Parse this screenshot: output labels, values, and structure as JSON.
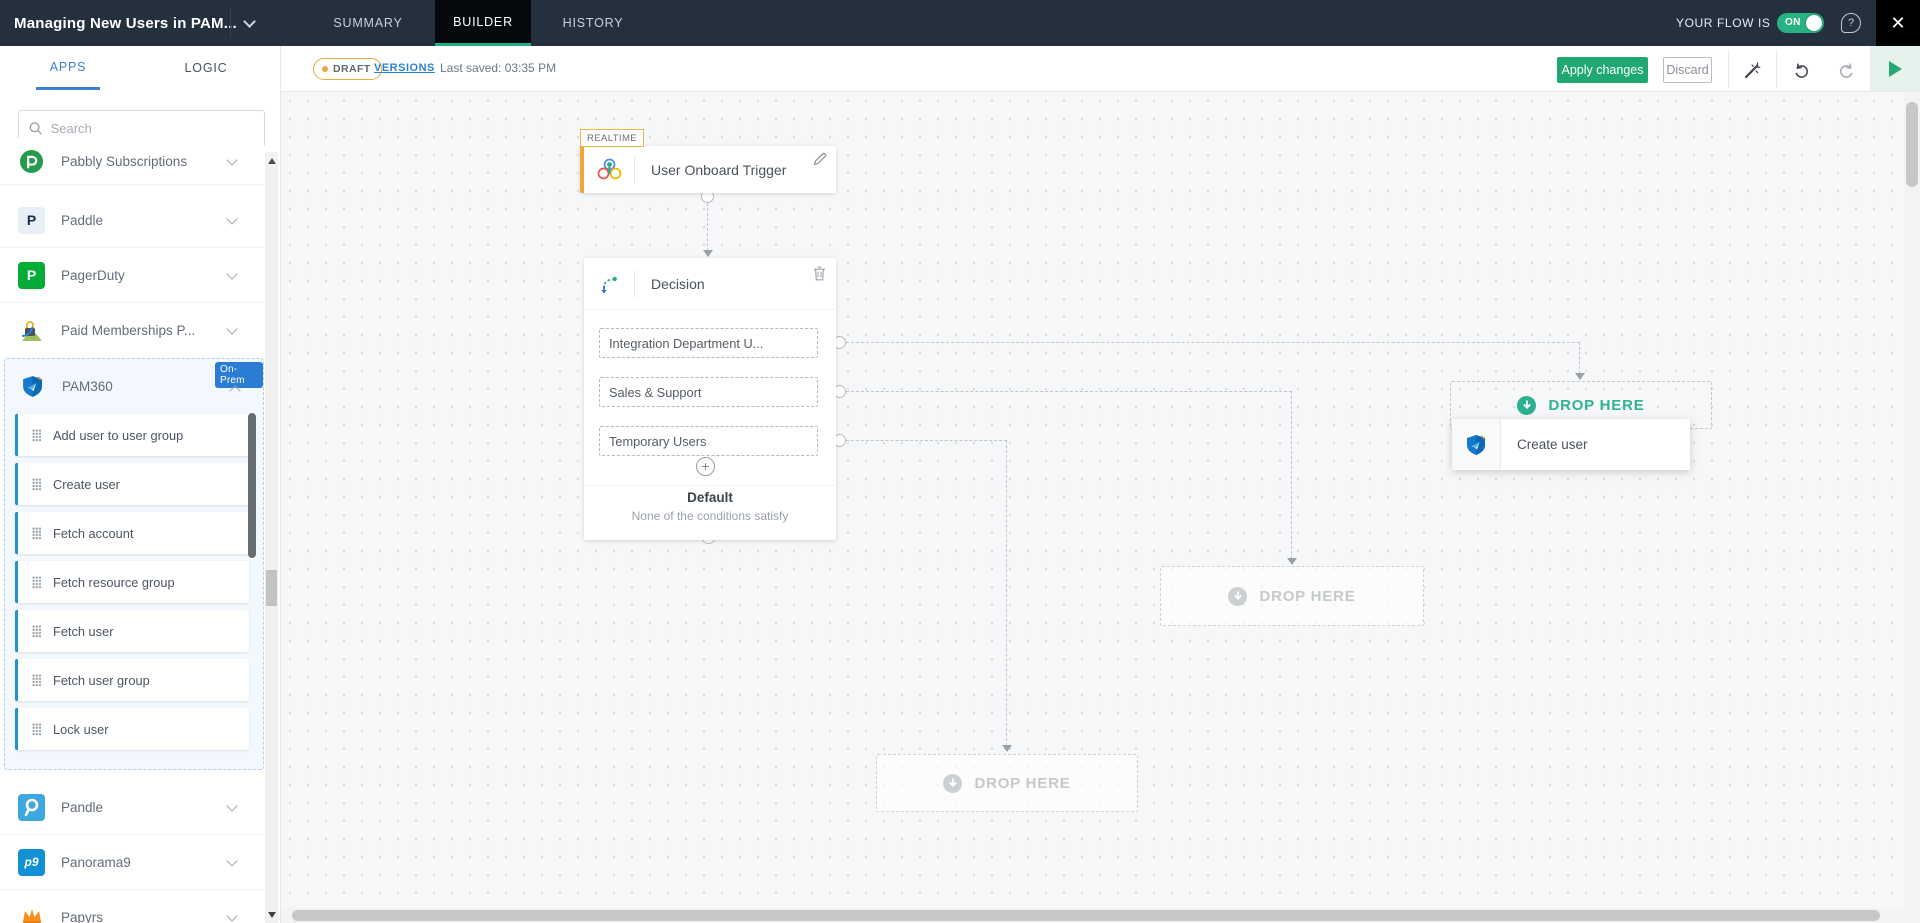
{
  "header": {
    "title": "Managing New Users in PAM...",
    "tabs": [
      {
        "label": "SUMMARY"
      },
      {
        "label": "BUILDER"
      },
      {
        "label": "HISTORY"
      }
    ],
    "active_tab": "BUILDER",
    "flow_status_label": "YOUR FLOW IS",
    "flow_toggle": "ON"
  },
  "toolbar": {
    "draft_badge": "DRAFT",
    "versions_link": "VERSIONS",
    "last_saved": "Last saved: 03:35 PM",
    "apply_button": "Apply changes",
    "discard_button": "Discard"
  },
  "sidebar": {
    "tabs": [
      {
        "label": "APPS"
      },
      {
        "label": "LOGIC"
      }
    ],
    "active_tab": "APPS",
    "search_placeholder": "Search",
    "apps": [
      {
        "name": "Pabbly Subscriptions"
      },
      {
        "name": "Paddle",
        "icon_text": "P"
      },
      {
        "name": "PagerDuty",
        "icon_text": "P"
      },
      {
        "name": "Paid Memberships P..."
      }
    ],
    "pam360": {
      "name": "PAM360",
      "badge": "On-Prem",
      "actions": [
        {
          "label": "Add user to user group"
        },
        {
          "label": "Create user"
        },
        {
          "label": "Fetch account"
        },
        {
          "label": "Fetch resource group"
        },
        {
          "label": "Fetch user"
        },
        {
          "label": "Fetch user group"
        },
        {
          "label": "Lock user"
        }
      ]
    },
    "apps_after": [
      {
        "name": "Pandle"
      },
      {
        "name": "Panorama9",
        "icon_text": "p9"
      },
      {
        "name": "Papyrs"
      }
    ]
  },
  "canvas": {
    "trigger": {
      "tag": "REALTIME",
      "title": "User Onboard Trigger"
    },
    "decision": {
      "title": "Decision",
      "branches": [
        {
          "label": "Integration Department U..."
        },
        {
          "label": "Sales & Support"
        },
        {
          "label": "Temporary Users"
        }
      ],
      "default_title": "Default",
      "default_subtitle": "None of the conditions satisfy"
    },
    "drop_zone_active": "DROP HERE",
    "drop_zone_middle": "DROP HERE",
    "drop_zone_bottom": "DROP HERE",
    "drag_card": {
      "label": "Create user"
    }
  },
  "colors": {
    "topbar": "#24303e",
    "accent_green": "#1fa871",
    "drop_teal": "#2eb394",
    "badge_blue": "#2b7cd3",
    "action_border_blue": "#2492cc",
    "trigger_orange": "#f0a43c",
    "link_blue": "#2f80d0",
    "apps_tab_blue": "#3e7fd6"
  }
}
